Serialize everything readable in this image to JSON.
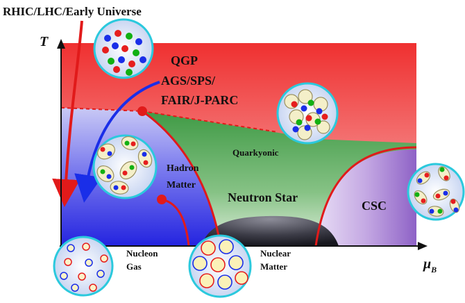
{
  "header_label": "RHIC/LHC/Early Universe",
  "axes": {
    "y_label": "T",
    "x_label": "μ",
    "x_label_sub": "B"
  },
  "regions": {
    "qgp": "QGP",
    "ags": "AGS/SPS/",
    "fair": "FAIR/J-PARC",
    "quarkyonic": "Quarkyonic",
    "hadron_line1": "Hadron",
    "hadron_line2": "Matter",
    "neutron_star": "Neutron Star",
    "csc": "CSC"
  },
  "bubbles": {
    "nucleon_gas_line1": "Nucleon",
    "nucleon_gas_line2": "Gas",
    "nuclear_matter_line1": "Nuclear",
    "nuclear_matter_line2": "Matter"
  },
  "colors": {
    "qgp_red": "#ee2a2a",
    "hadron_blue": "#2b2be0",
    "quarkyonic_green": "#2f9a3a",
    "csc_purple": "#8a5cc4",
    "boundary": "#e11a1a",
    "bubble_edge": "#2bc9dd",
    "quark_red": "#e61e1e",
    "quark_green": "#12b012",
    "quark_blue": "#1a2ee8"
  }
}
